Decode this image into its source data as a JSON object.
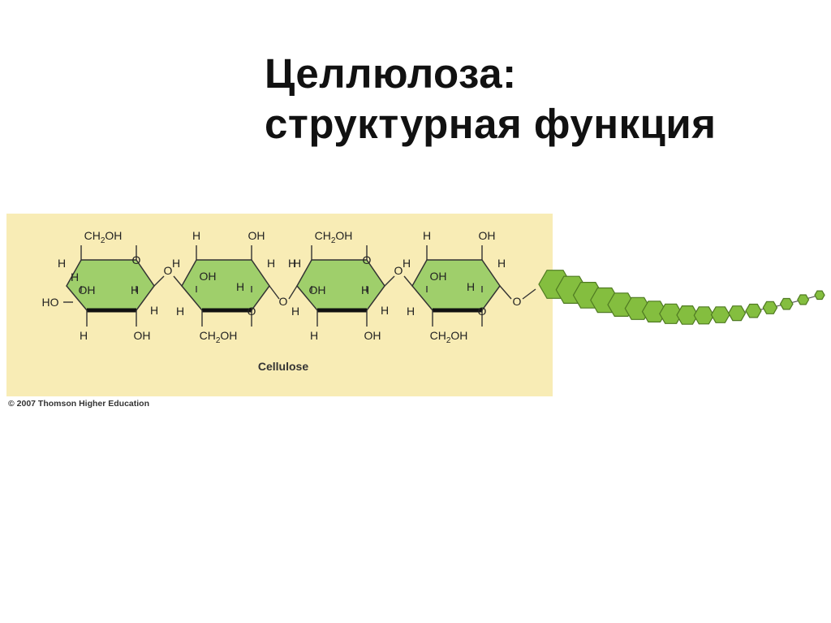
{
  "title": {
    "line1": "Целлюлоза:",
    "line2": "структурная функция"
  },
  "figure": {
    "caption": "Cellulose",
    "credit": "© 2007 Thomson Higher Education",
    "labels": {
      "ch2oh_prefix": "CH",
      "ch2oh_sub": "2",
      "ch2oh_suffix": "OH",
      "oh": "OH",
      "ho": "HO",
      "h": "H",
      "o": "O"
    },
    "colors": {
      "panel": "#f8ecb5",
      "ring_fill": "#9fcf6b",
      "chain_fill": "#84be3f",
      "stroke": "#333333"
    },
    "chain_unit_count": 17
  }
}
